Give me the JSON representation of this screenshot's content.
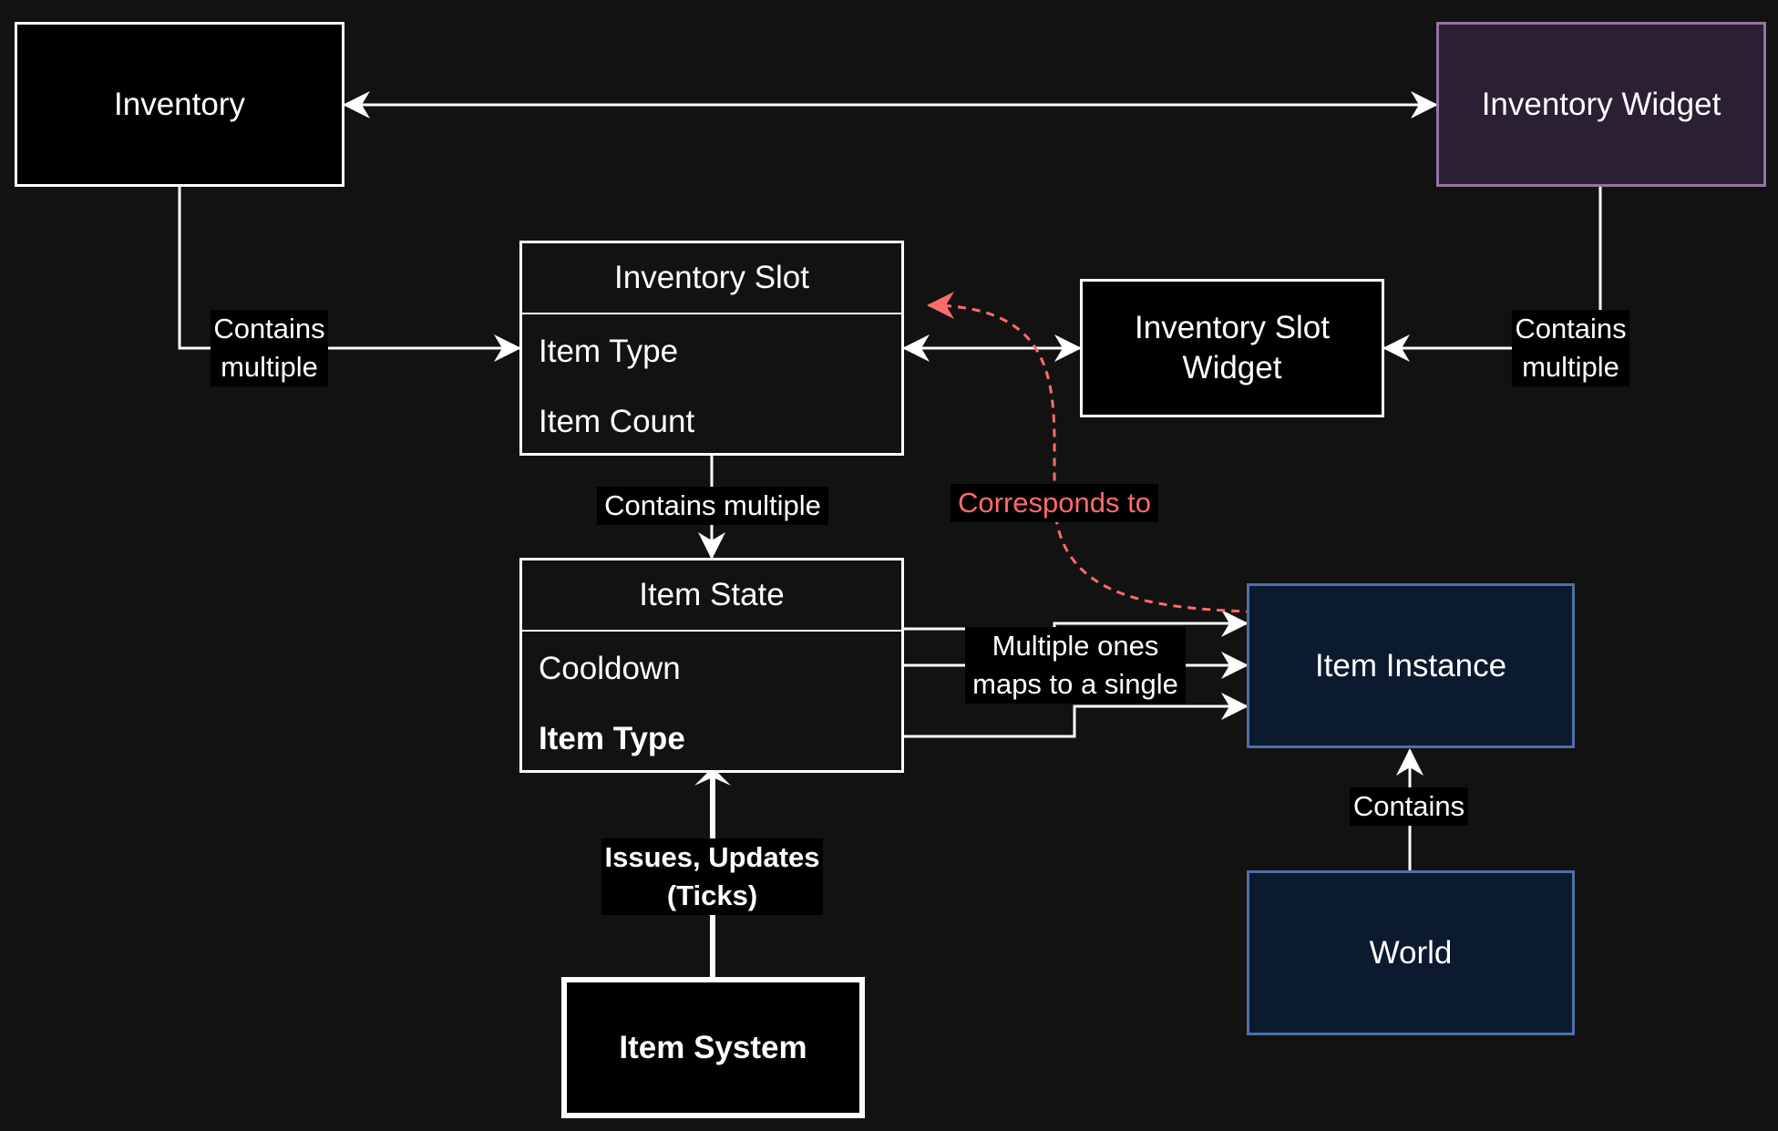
{
  "nodes": {
    "inventory": "Inventory",
    "inventory_widget": "Inventory Widget",
    "inventory_slot": {
      "title": "Inventory Slot",
      "fields": [
        "Item Type",
        "Item Count"
      ]
    },
    "inventory_slot_widget": "Inventory Slot Widget",
    "item_state": {
      "title": "Item State",
      "fields": [
        "Cooldown",
        "Item Type"
      ]
    },
    "item_instance": "Item Instance",
    "world": "World",
    "item_system": "Item System"
  },
  "edges": {
    "inventory_to_slot": "Contains multiple",
    "widget_to_slot_widget": "Contains multiple",
    "slot_to_state": "Contains multiple",
    "state_to_instance": "Multiple ones maps to a single",
    "world_to_instance": "Contains",
    "system_to_state": "Issues, Updates (Ticks)",
    "slot_widget_to_instance": "Corresponds to"
  },
  "colors": {
    "background": "#121212",
    "line": "#ffffff",
    "highlight": "#ff6b6b",
    "widget_fill": "#2a1f33",
    "widget_border": "#9673a6",
    "instance_fill": "#0b1a2e",
    "instance_border": "#4f6fa8"
  }
}
